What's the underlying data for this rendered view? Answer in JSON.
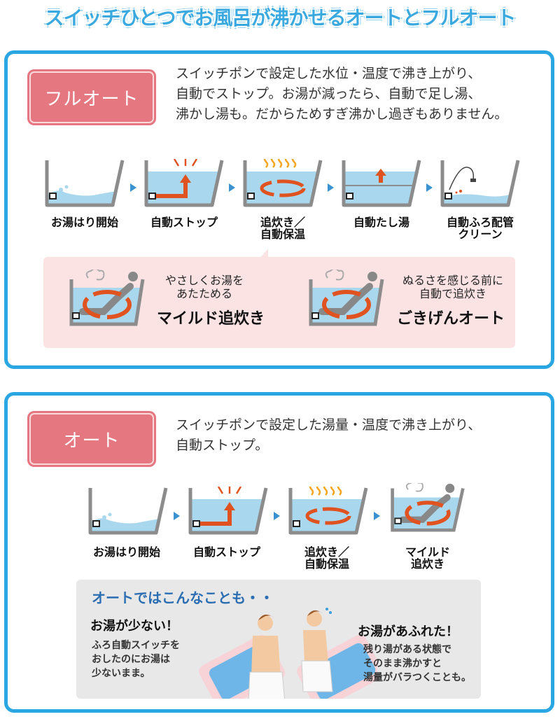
{
  "page": {
    "title": "スイッチひとつでお風呂が沸かせるオートとフルオート"
  },
  "full_auto": {
    "badge": "フルオート",
    "description": "スイッチポンで設定した水位・温度で沸き上がり、\n自動でストップ。お湯が減ったら、自動で足し湯、\n沸かし湯も。だからためすぎ沸かし過ぎもありません。",
    "steps": [
      {
        "label": "お湯はり開始",
        "icon": "bathtub-filling-icon"
      },
      {
        "label": "自動ストップ",
        "icon": "bathtub-auto-stop-icon"
      },
      {
        "label": "追炊き／\n自動保温",
        "icon": "bathtub-reheat-icon"
      },
      {
        "label": "自動たし湯",
        "icon": "bathtub-add-water-icon"
      },
      {
        "label": "自動ふろ配管\nクリーン",
        "icon": "bathtub-pipe-clean-icon"
      }
    ],
    "features": [
      {
        "subtitle": "やさしくお湯を\nあたためる",
        "title": "マイルド追炊き",
        "icon": "bathtub-mild-reheat-icon"
      },
      {
        "subtitle": "ぬるさを感じる前に\n自動で追炊き",
        "title": "ごきげんオート",
        "icon": "bathtub-gokigen-auto-icon"
      }
    ]
  },
  "auto": {
    "badge": "オート",
    "description": "スイッチポンで設定した湯量・温度で沸き上がり、\n自動ストップ。",
    "steps": [
      {
        "label": "お湯はり開始",
        "icon": "bathtub-filling-icon"
      },
      {
        "label": "自動ストップ",
        "icon": "bathtub-auto-stop-icon"
      },
      {
        "label": "追炊き／\n自動保温",
        "icon": "bathtub-reheat-icon"
      },
      {
        "label": "マイルド\n追炊き",
        "icon": "bathtub-mild-reheat-icon"
      }
    ],
    "notes": {
      "title": "オートではこんなことも・・",
      "cases": [
        {
          "title": "お湯が少ない！",
          "text": "ふろ自動スイッチを\nおしたのにお湯は\n少ないまま。"
        },
        {
          "title": "お湯があふれた！",
          "text": "残り湯がある状態で\nそのまま沸かすと\n湯量がバラつくことも。"
        }
      ]
    }
  },
  "colors": {
    "frame_blue": "#2aa7e3",
    "badge_pink": "#e57780",
    "water_blue": "#a9d8ee",
    "tub_gray": "#8c8c8c",
    "arrow_orange": "#e0521f",
    "steam_yellow": "#f5a623",
    "notes_title_blue": "#2a6db2"
  }
}
